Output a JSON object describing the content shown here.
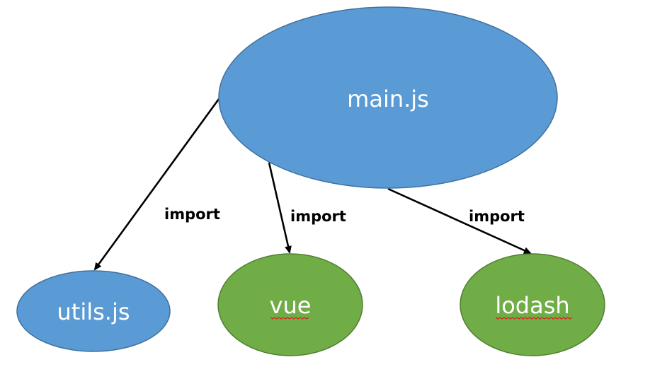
{
  "nodes": {
    "main": {
      "label": "main.js",
      "color": "#5b9bd5"
    },
    "utils": {
      "label": "utils.js",
      "color": "#5b9bd5"
    },
    "vue": {
      "label": "vue",
      "color": "#70ad47"
    },
    "lodash": {
      "label": "lodash",
      "color": "#70ad47"
    }
  },
  "edges": [
    {
      "from": "main",
      "to": "utils",
      "label": "import"
    },
    {
      "from": "main",
      "to": "vue",
      "label": "import"
    },
    {
      "from": "main",
      "to": "lodash",
      "label": "import"
    }
  ],
  "colors": {
    "blue_fill": "#5b9bd5",
    "blue_stroke": "#41719c",
    "green_fill": "#70ad47",
    "green_stroke": "#507e32",
    "arrow": "#000000",
    "spellcheck_underline": "#e02020"
  }
}
